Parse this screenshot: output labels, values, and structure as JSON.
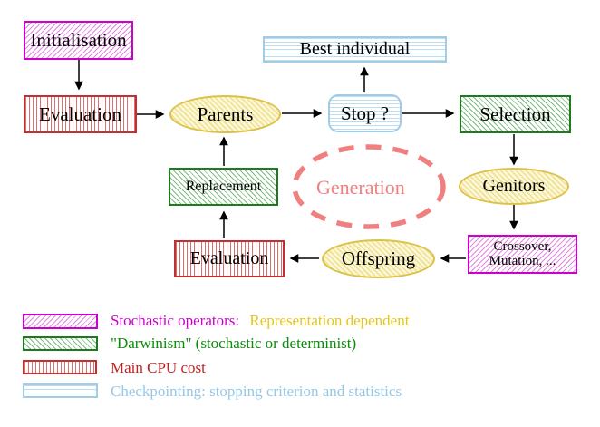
{
  "nodes": {
    "initialisation": "Initialisation",
    "evaluation_top": "Evaluation",
    "parents": "Parents",
    "best_individual": "Best individual",
    "stop": "Stop ?",
    "selection": "Selection",
    "genitors": "Genitors",
    "crossover_line1": "Crossover,",
    "crossover_line2": "Mutation, ...",
    "offspring": "Offspring",
    "evaluation_bottom": "Evaluation",
    "replacement": "Replacement",
    "generation": "Generation"
  },
  "legend": {
    "stochastic_label": "Stochastic operators:",
    "representation_label": "Representation dependent",
    "darwinism_label": "\"Darwinism\" (stochastic or determinist)",
    "cpu_label": "Main CPU cost",
    "checkpointing_label": "Checkpointing: stopping criterion and statistics"
  },
  "colors": {
    "magenta": "#cc00cc",
    "green": "#1e7a1e",
    "red": "#c03030",
    "cyan": "#a2cbe6",
    "gold": "#dcc24a",
    "salmon": "#f08080",
    "arrow": "#000000"
  }
}
